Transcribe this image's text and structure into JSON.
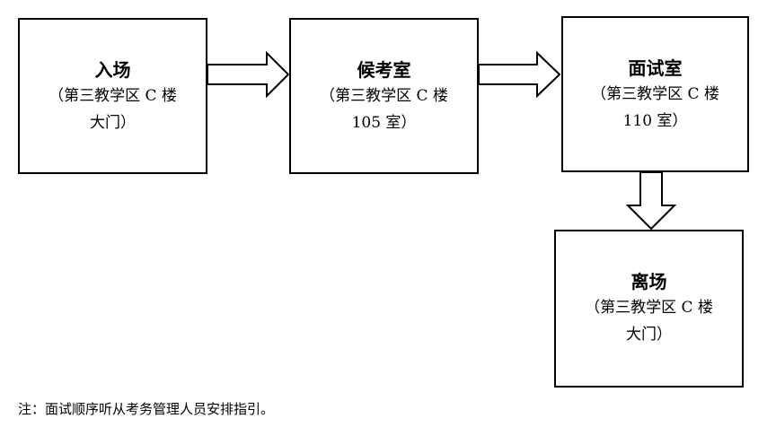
{
  "flow": {
    "steps": [
      {
        "title": "入场",
        "sub1": "（第三教学区 C 楼",
        "sub2": "大门）"
      },
      {
        "title": "候考室",
        "sub1": "（第三教学区 C 楼",
        "sub2": "105 室）"
      },
      {
        "title": "面试室",
        "sub1": "（第三教学区 C 楼",
        "sub2": "110 室）"
      },
      {
        "title": "离场",
        "sub1": "（第三教学区 C 楼",
        "sub2": "大门）"
      }
    ]
  },
  "note": "注：面试顺序听从考务管理人员安排指引。"
}
